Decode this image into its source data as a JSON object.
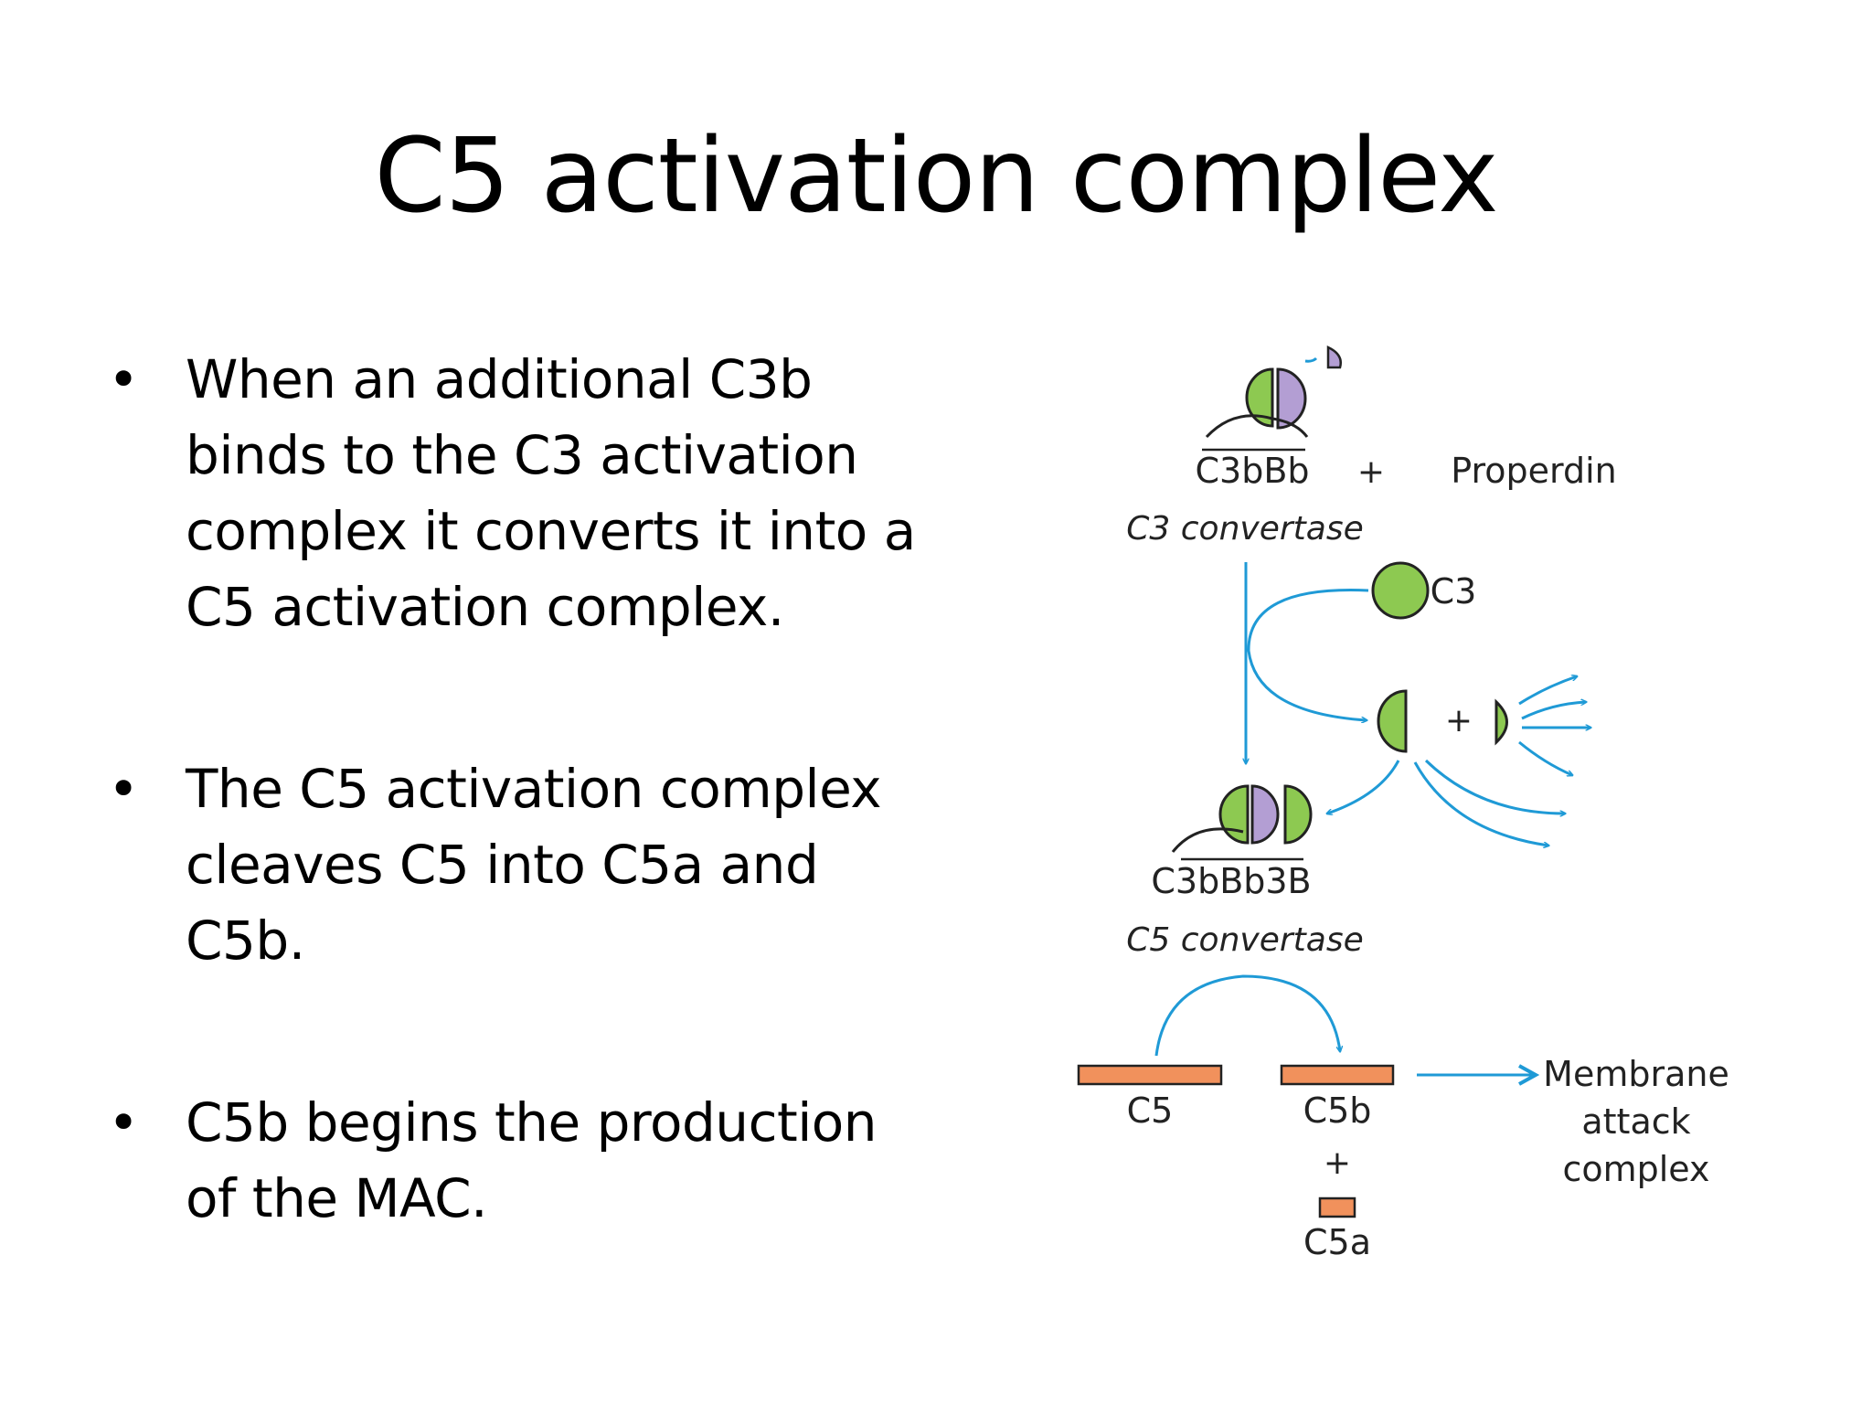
{
  "slide": {
    "title": "C5 activation complex",
    "bullets": [
      {
        "lines": [
          "When an additional C3b",
          "binds to the C3 activation",
          "complex it converts it into a",
          "C5 activation complex."
        ]
      },
      {
        "lines": [
          "The C5 activation complex",
          "cleaves C5 into C5a and",
          "C5b."
        ]
      },
      {
        "lines": [
          "C5b begins the production",
          "of the MAC."
        ]
      }
    ],
    "bullet_glyph": "•"
  },
  "diagram": {
    "labels": {
      "c3bbb": "C3bBb",
      "plus1": "+",
      "properdin": "Properdin",
      "c3_convertase": "C3 convertase",
      "c3": "C3",
      "plus2": "+",
      "c3bbb3b": "C3bBb3B",
      "c5_convertase": "C5 convertase",
      "c5": "C5",
      "c5b": "C5b",
      "plus3": "+",
      "c5a": "C5a",
      "mac_line1": "Membrane",
      "mac_line2": "attack",
      "mac_line3": "complex"
    },
    "colors": {
      "green": "#8dc951",
      "purple": "#b39ed3",
      "orange": "#f1915c",
      "arrow_blue": "#1f9ad6",
      "outline": "#222222"
    },
    "icons": [
      "curved-arrow-icon",
      "arrow-icon"
    ]
  }
}
